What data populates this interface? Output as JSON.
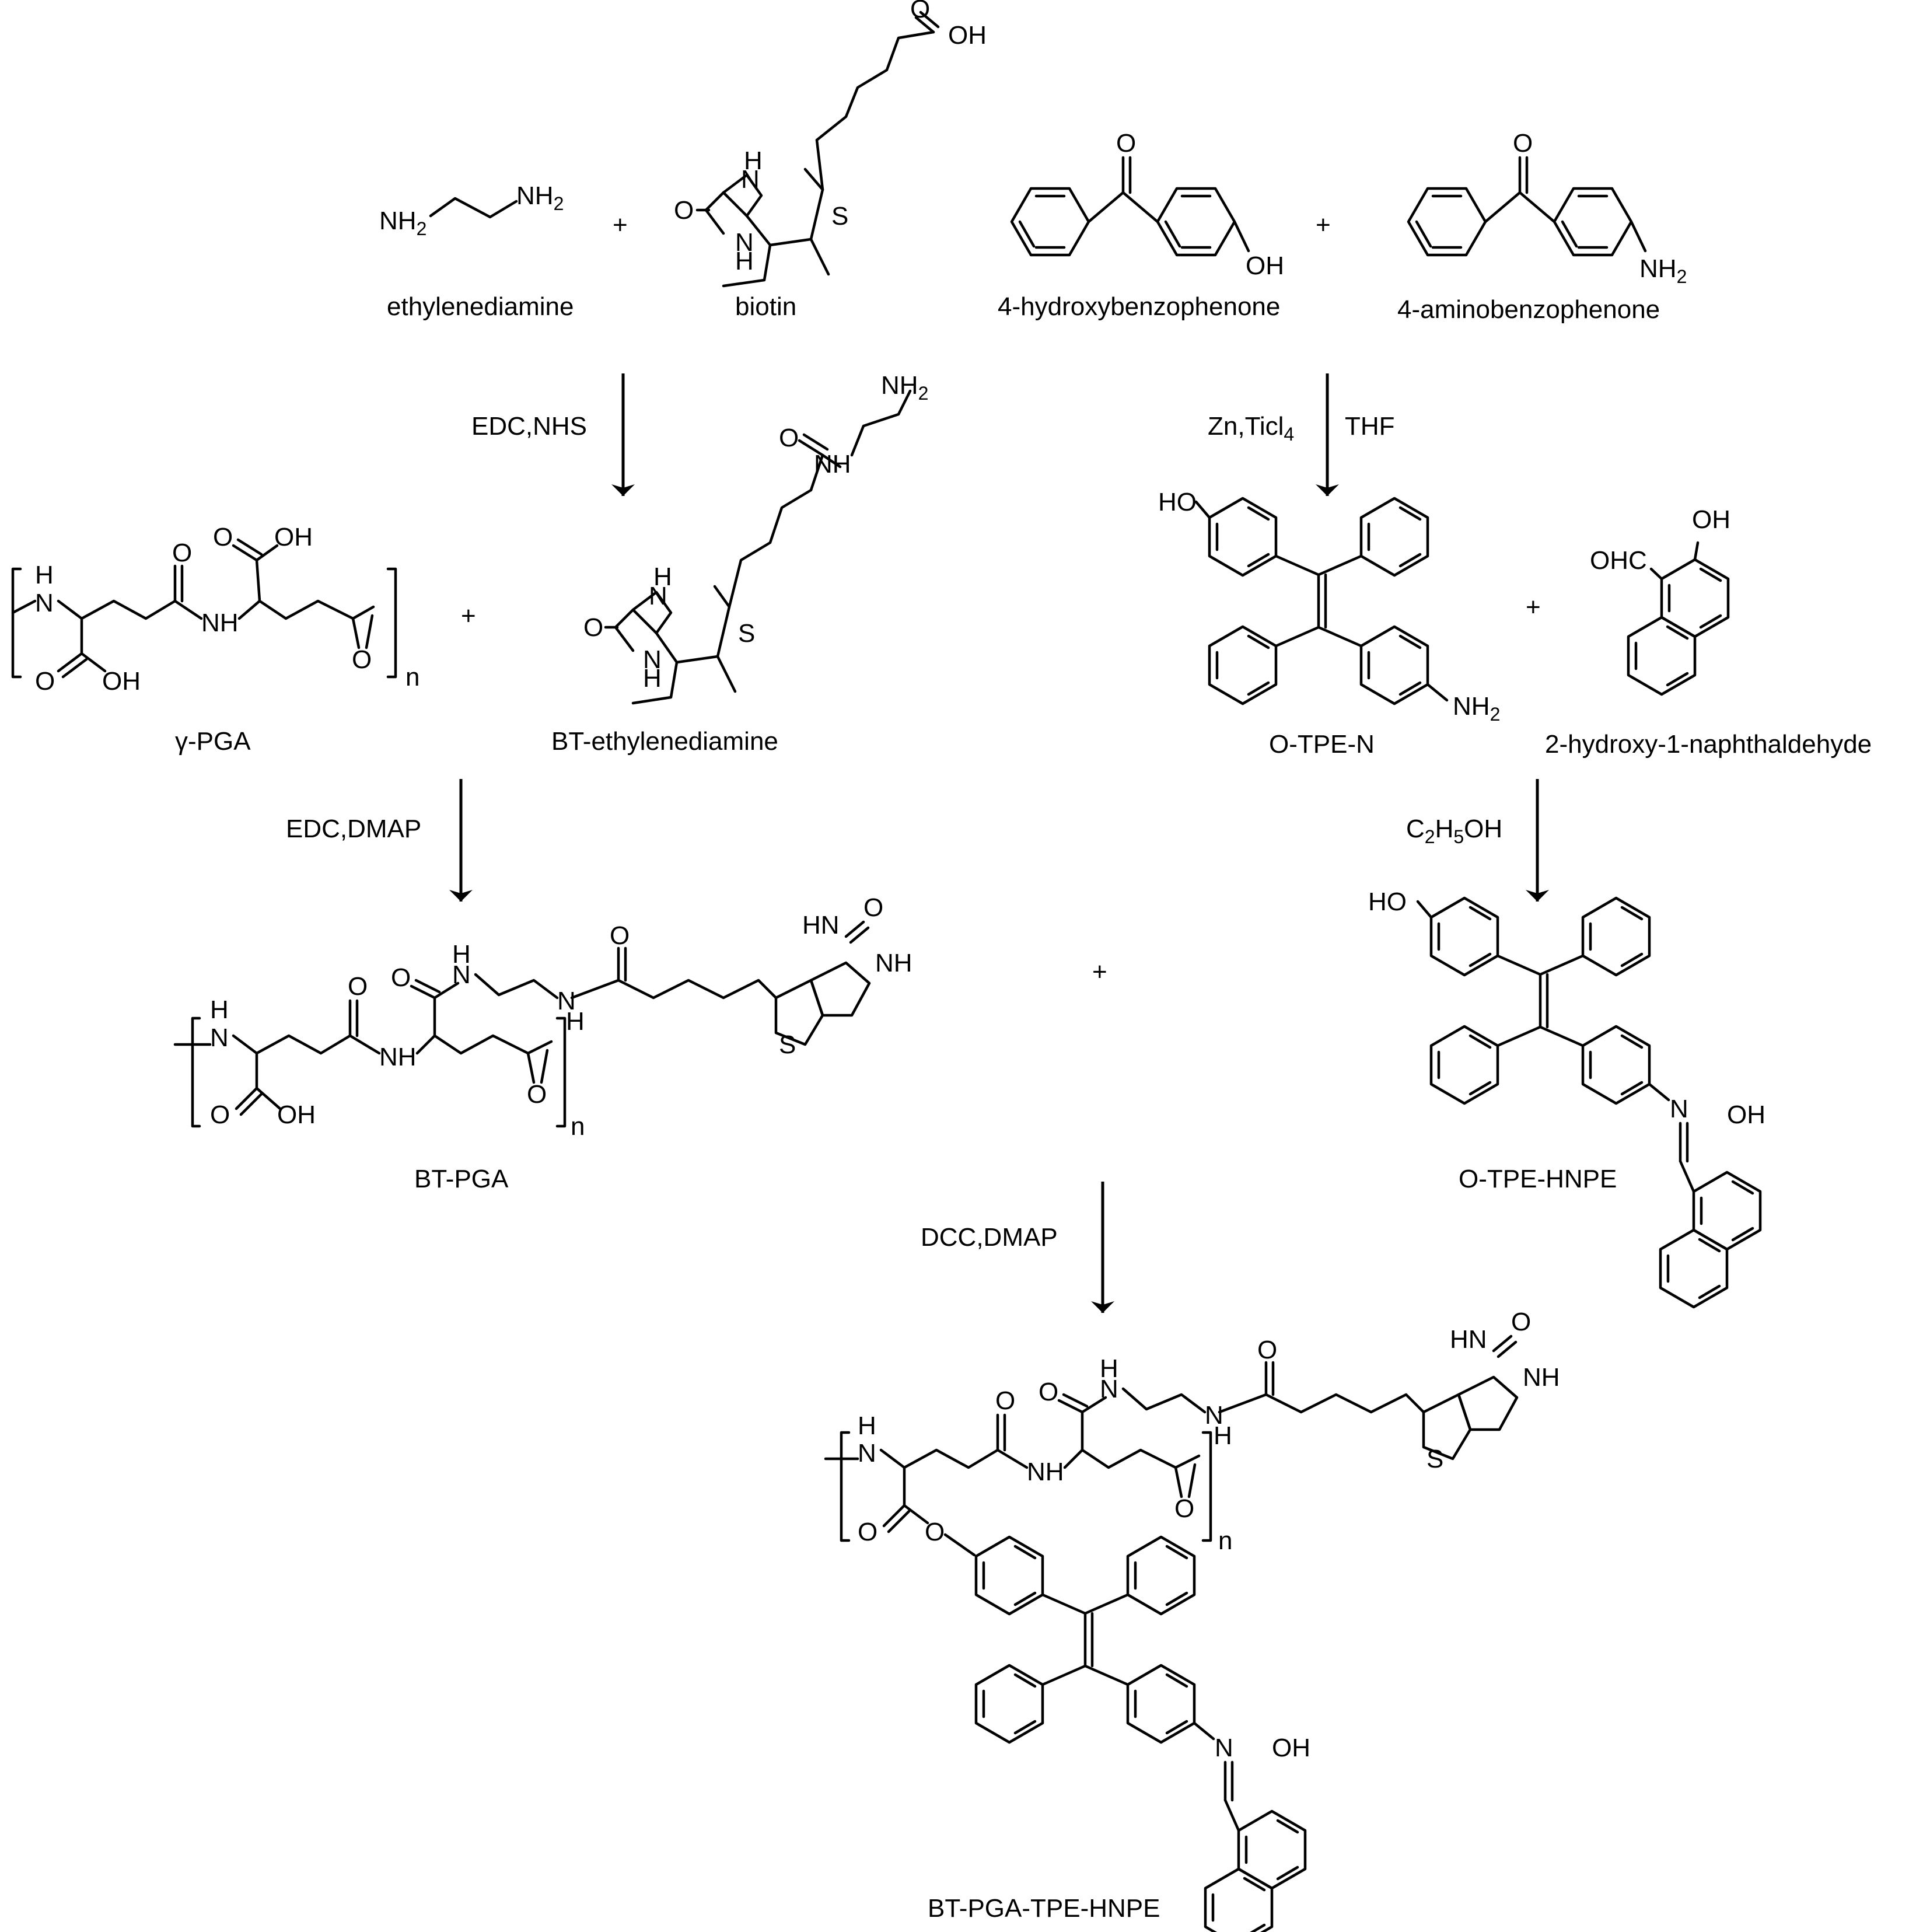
{
  "compounds": {
    "ethylenediamine": {
      "name": "ethylenediamine",
      "atom_left": "NH2",
      "atom_right": "NH2"
    },
    "biotin": {
      "name": "biotin",
      "acid": "OH",
      "carbonyl_o": "O",
      "nh_top": "H",
      "n_top": "N",
      "n_bottom": "N",
      "nh_bottom": "H",
      "s": "S"
    },
    "hydroxybenzophenone": {
      "name": "4-hydroxybenzophenone",
      "o": "O",
      "oh": "OH"
    },
    "aminobenzophenone": {
      "name": "4-aminobenzophenone",
      "o": "O",
      "nh2": "NH2"
    },
    "bt_ethylenediamine": {
      "name": "BT-ethylenediamine",
      "nh2": "NH2",
      "nh": "NH",
      "o": "O",
      "n_top": "N",
      "h_top": "H",
      "n_bottom": "N",
      "h_bottom": "H",
      "s": "S"
    },
    "gamma_pga": {
      "name": "γ-PGA",
      "n_left": "N",
      "h_left": "H",
      "cooh": "OH",
      "o_ring": "O",
      "nh": "NH",
      "oh_top": "OH",
      "o_top": "O",
      "o_co": "O",
      "n_index": "n"
    },
    "o_tpe_n": {
      "name": "O-TPE-N",
      "ho": "HO",
      "nh2": "NH2"
    },
    "hydroxy_naphthaldehyde": {
      "name": "2-hydroxy-1-naphthaldehyde",
      "ohc": "OHC",
      "oh": "OH"
    },
    "bt_pga": {
      "name": "BT-PGA",
      "n_index": "n"
    },
    "o_tpe_hnpe": {
      "name": "O-TPE-HNPE",
      "ho": "HO",
      "n": "N",
      "oh": "OH"
    },
    "product": {
      "name": "BT-PGA-TPE-HNPE",
      "n_index": "n"
    }
  },
  "plus_signs": [
    "+",
    "+",
    "+",
    "+",
    "+"
  ],
  "conditions": {
    "step1": "EDC,NHS",
    "step2_a": "Zn,Ticl",
    "step2_sub": "4",
    "step2_b": "THF",
    "step3": "EDC,DMAP",
    "step4": "C2H5OH",
    "step5": "DCC,DMAP"
  }
}
